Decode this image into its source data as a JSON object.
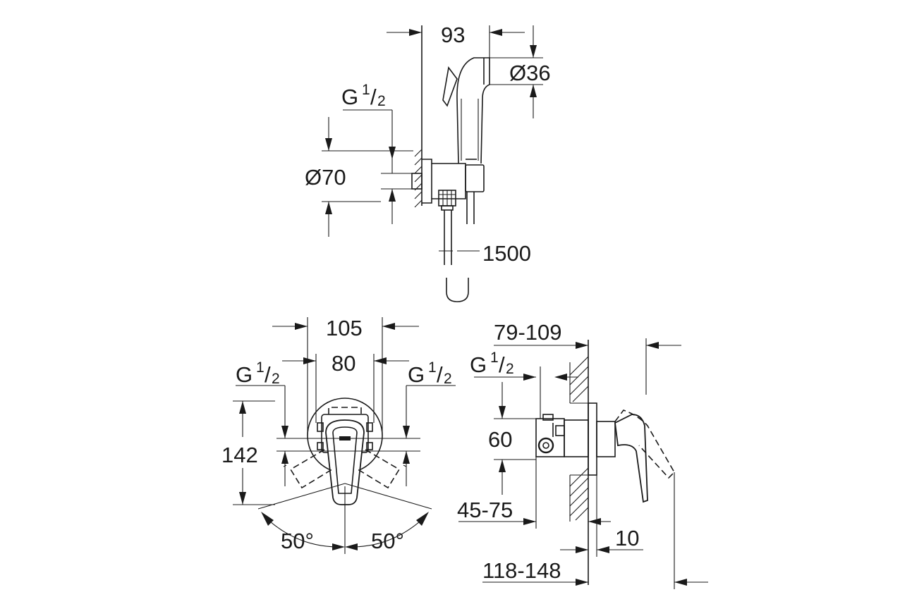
{
  "drawing": {
    "top_view": {
      "dim_width": "93",
      "dim_head_diameter": "Ø36",
      "thread": {
        "letter": "G",
        "numerator": "1",
        "denominator": "2"
      },
      "dim_rosette_diameter": "Ø70",
      "dim_hose_length": "1500"
    },
    "front_view": {
      "dim_rosette_width": "105",
      "dim_connection_spacing": "80",
      "thread_left": {
        "letter": "G",
        "numerator": "1",
        "denominator": "2"
      },
      "thread_right": {
        "letter": "G",
        "numerator": "1",
        "denominator": "2"
      },
      "dim_height": "142",
      "angle_left": "50°",
      "angle_right": "50°"
    },
    "side_view": {
      "dim_depth_range": "79-109",
      "thread": {
        "letter": "G",
        "numerator": "1",
        "denominator": "2"
      },
      "dim_height": "60",
      "dim_wall_range": "45-75",
      "dim_rosette_thickness": "10",
      "dim_total_range": "118-148"
    }
  }
}
